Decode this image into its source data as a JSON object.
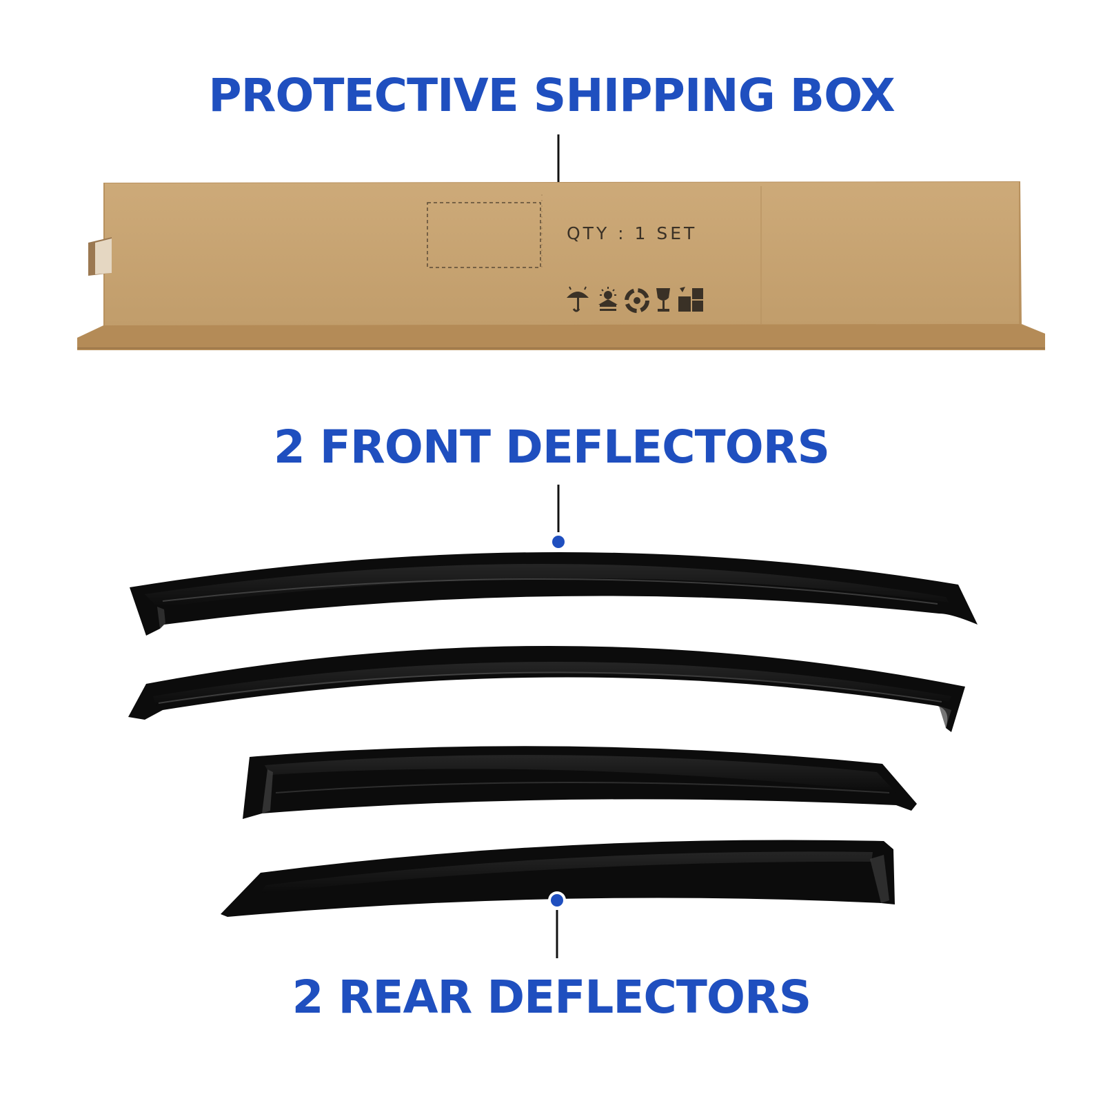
{
  "labels": {
    "box": "PROTECTIVE SHIPPING BOX",
    "front": "2 FRONT DEFLECTORS",
    "rear": "2 REAR DEFLECTORS"
  },
  "box": {
    "qty_text": "QTY : 1 SET",
    "icons": [
      "keep-dry-icon",
      "keep-away-from-sun-icon",
      "recycle-icon",
      "fragile-glass-icon",
      "this-way-up-box-icon"
    ]
  },
  "colors": {
    "accent": "#1f4fbf",
    "cardboard": "#c9a675",
    "deflector": "#0d0d0d"
  }
}
